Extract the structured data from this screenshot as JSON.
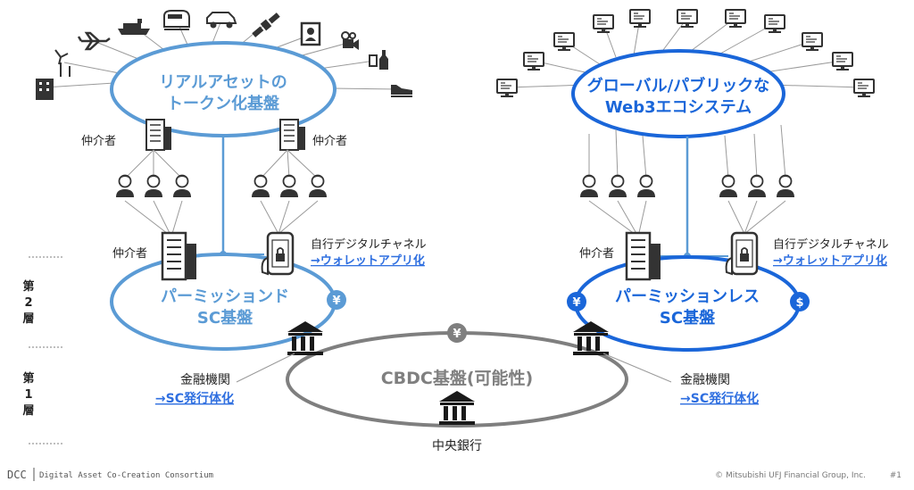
{
  "real_asset": {
    "line1": "リアルアセットの",
    "line2": "トークン化基盤"
  },
  "web3": {
    "line1": "グローバル/パブリックな",
    "line2": "Web3エコシステム"
  },
  "intermediary_label": "仲介者",
  "permissioned": {
    "line1": "パーミッションド",
    "line2": "SC基盤",
    "currency": "¥"
  },
  "permissionless": {
    "line1": "パーミッションレス",
    "line2": "SC基盤",
    "currency_left": "¥",
    "currency_right": "$"
  },
  "own_channel": {
    "line1": "自行デジタルチャネル",
    "line2": "→ウォレットアプリ化"
  },
  "financial_institution": {
    "line1": "金融機関",
    "line2": "→SC発行体化"
  },
  "cbdc": {
    "label": "CBDC基盤(可能性)",
    "currency": "¥"
  },
  "central_bank": "中央銀行",
  "layers": {
    "layer2": [
      "第",
      "2",
      "層"
    ],
    "layer1": [
      "第",
      "1",
      "層"
    ]
  },
  "footer": {
    "logo": "DCC",
    "org": "Digital Asset Co-Creation Consortium",
    "copyright": "© Mitsubishi UFJ Financial Group, Inc.",
    "page": "#1"
  },
  "colors": {
    "light_blue": "#5b9bd5",
    "blue": "#1a66d9",
    "gray": "#7f7f7f",
    "dark": "#333333",
    "link": "#2f6fe0"
  }
}
